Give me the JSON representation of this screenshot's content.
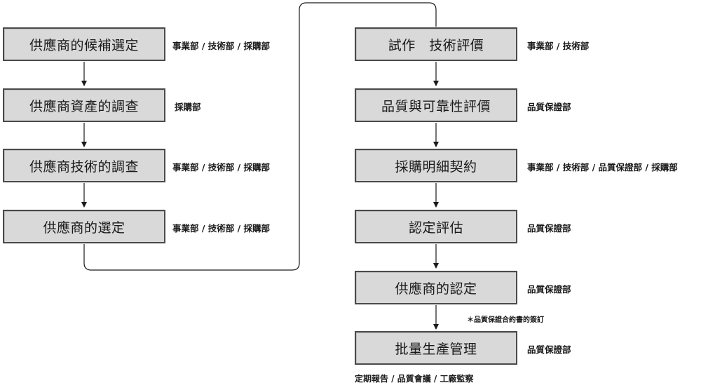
{
  "left_steps": [
    {
      "label": "供應商的候補選定",
      "dept": "事業部 / 技術部 / 採購部"
    },
    {
      "label": "供應商資產的調查",
      "dept": "採購部"
    },
    {
      "label": "供應商技術的調查",
      "dept": "事業部 / 技術部 / 採購部"
    },
    {
      "label": "供應商的選定",
      "dept": "事業部 / 技術部 / 採購部"
    }
  ],
  "right_steps": [
    {
      "label": "試作　技術評價",
      "dept": "事業部 / 技術部"
    },
    {
      "label": "品質與可靠性評價",
      "dept": "品質保證部"
    },
    {
      "label": "採購明細契約",
      "dept": "事業部 / 技術部 / 品質保證部 / 採購部"
    },
    {
      "label": "認定評估",
      "dept": "品質保證部"
    },
    {
      "label": "供應商的認定",
      "dept": "品質保證部"
    },
    {
      "label": "批量生產管理",
      "dept": "品質保證部"
    }
  ],
  "note": "＊品質保證合約書的簽訂",
  "footer": "定期報告 / 品質會議 / 工廠監察"
}
